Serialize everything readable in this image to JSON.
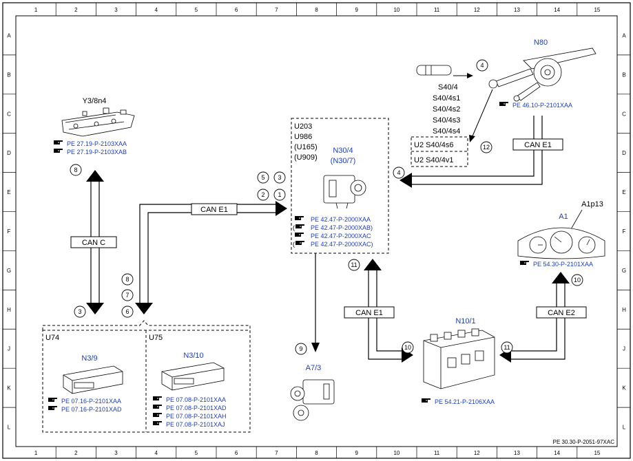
{
  "grid": {
    "columns": [
      "1",
      "2",
      "3",
      "4",
      "5",
      "6",
      "7",
      "8",
      "9",
      "10",
      "11",
      "12",
      "13",
      "14",
      "15"
    ],
    "rows": [
      "A",
      "B",
      "C",
      "D",
      "E",
      "F",
      "G",
      "H",
      "J",
      "K",
      "L"
    ]
  },
  "doc_ref": "PE 30.30-P-2051-97XAC",
  "colors": {
    "link": "#1a3cc4",
    "line": "#000000"
  },
  "components": {
    "y3": {
      "label": "Y3/8n4",
      "refs": [
        "PE 27.19-P-2103XAA",
        "PE 27.19-P-2103XAB"
      ]
    },
    "n80": {
      "label": "N80",
      "refs": [
        "PE 46.10-P-2101XAA"
      ]
    },
    "s40": {
      "lines": [
        "S40/4",
        "S40/4s1",
        "S40/4s2",
        "S40/4s3",
        "S40/4s4"
      ],
      "box1": "U2   S40/4s6",
      "box2": "U2   S40/4v1"
    },
    "n30": {
      "variants": [
        "U203",
        "U986",
        "(U165)",
        "(U909)"
      ],
      "label": "N30/4",
      "label2": "(N30/7)",
      "refs": [
        "PE 42.47-P-2000XAA",
        "PE 42.47-P-2000XAB)",
        "PE 42.47-P-2000XAC",
        "PE 42.47-P-2000XAC)"
      ]
    },
    "a1": {
      "label": "A1",
      "sublabel": "A1p13",
      "refs": [
        "PE 54.30-P-2101XAA"
      ]
    },
    "n3_9": {
      "group": "U74",
      "label": "N3/9",
      "refs": [
        "PE 07.16-P-2101XAA",
        "PE 07.16-P-2101XAD"
      ]
    },
    "n3_10": {
      "group": "U75",
      "label": "N3/10",
      "refs": [
        "PE 07.08-P-2101XAA",
        "PE 07.08-P-2101XAD",
        "PE 07.08-P-2101XAH",
        "PE 07.08-P-2101XAJ"
      ]
    },
    "a7": {
      "label": "A7/3"
    },
    "n10": {
      "label": "N10/1",
      "refs": [
        "PE 54.21-P-2106XAA"
      ]
    }
  },
  "buses": {
    "can_c": "CAN C",
    "can_e1": "CAN E1",
    "can_e2": "CAN E2"
  },
  "markers": {
    "m1": "1",
    "m2": "2",
    "m3": "3",
    "m4": "4",
    "m5": "5",
    "m6": "6",
    "m7": "7",
    "m8": "8",
    "m9": "9",
    "m10": "10",
    "m11": "11",
    "m12": "12"
  },
  "ref_icon": "pointing-hand-icon"
}
